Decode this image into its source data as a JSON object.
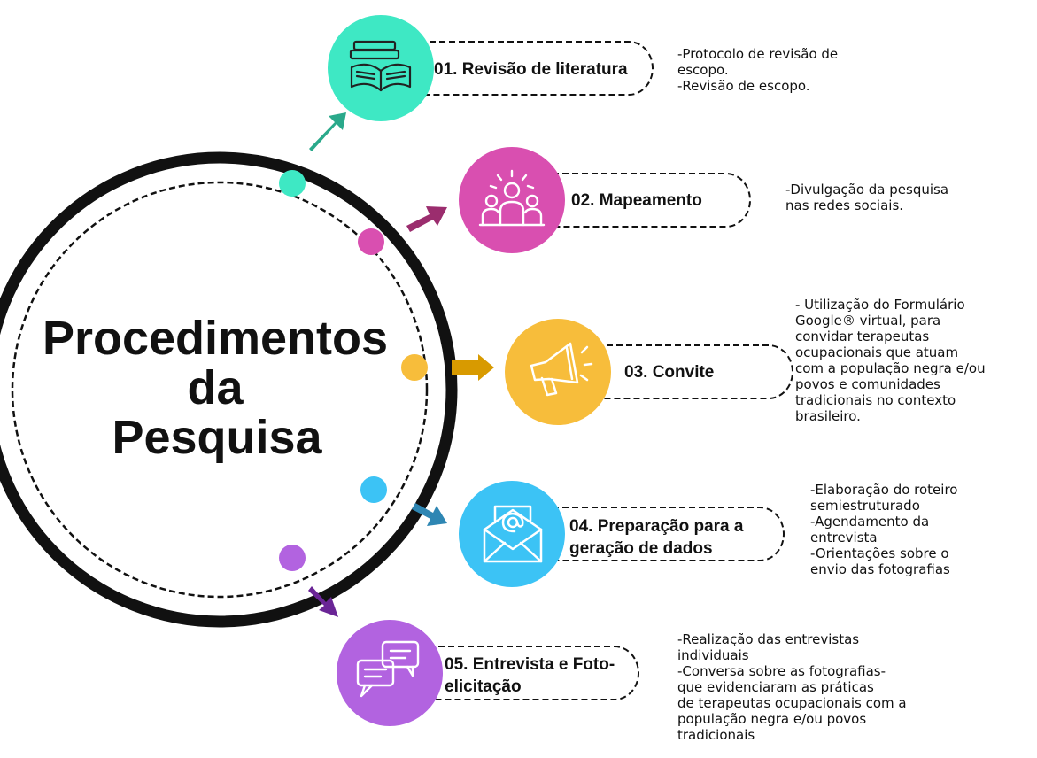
{
  "title": [
    "Procedimentos",
    "da",
    "Pesquisa"
  ],
  "steps": [
    {
      "label": [
        "01. Revisão de literatura"
      ],
      "color": "#3ee8c4",
      "arrow_color": "#2aa98b",
      "icon": "books-icon",
      "description": [
        "-Protocolo de revisão de",
        "escopo.",
        "-Revisão de escopo."
      ]
    },
    {
      "label": [
        "02. Mapeamento"
      ],
      "color": "#d94fb0",
      "arrow_color": "#9b2d6e",
      "icon": "people-icon",
      "description": [
        "-Divulgação da pesquisa",
        "nas redes sociais."
      ]
    },
    {
      "label": [
        "03. Convite"
      ],
      "color": "#f7bd3b",
      "arrow_color": "#d89a00",
      "icon": "megaphone-icon",
      "description": [
        "- Utilização do Formulário",
        "Google® virtual, para",
        "convidar terapeutas",
        "ocupacionais que atuam",
        "com a população negra e/ou",
        "povos e comunidades",
        "tradicionais no contexto",
        "brasileiro."
      ]
    },
    {
      "label": [
        "04. Preparação para a",
        "geração de dados"
      ],
      "color": "#3cc3f5",
      "arrow_color": "#2e86b3",
      "icon": "email-icon",
      "description": [
        "-Elaboração do roteiro",
        "semiestruturado",
        "-Agendamento da",
        "entrevista",
        "-Orientações sobre o",
        "envio das fotografias"
      ]
    },
    {
      "label": [
        "05. Entrevista e Foto-",
        "elicitação"
      ],
      "color": "#b263e0",
      "arrow_color": "#6a2596",
      "icon": "chat-icon",
      "description": [
        "-Realização das entrevistas",
        "individuais",
        "-Conversa sobre as fotografias-",
        "que evidenciaram as práticas",
        "de terapeutas ocupacionais com a",
        "população negra e/ou povos",
        "tradicionais"
      ]
    }
  ]
}
